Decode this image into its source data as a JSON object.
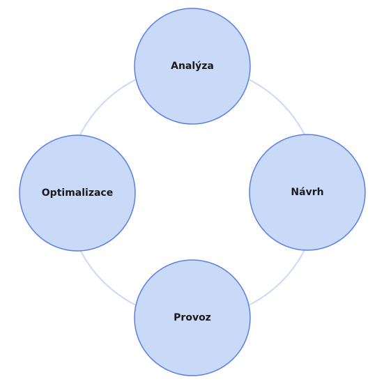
{
  "diagram": {
    "type": "cycle",
    "colors": {
      "ring": "#c9d9f7",
      "node_fill": "#c9daf9",
      "node_stroke": "#5b7fe0",
      "label": "#1a1a1a",
      "background": "#ffffff"
    },
    "nodes": [
      {
        "id": "analyza",
        "label": "Analýza",
        "position": "top"
      },
      {
        "id": "navrh",
        "label": "Návrh",
        "position": "right"
      },
      {
        "id": "provoz",
        "label": "Provoz",
        "position": "bottom"
      },
      {
        "id": "optimalizace",
        "label": "Optimalizace",
        "position": "left"
      }
    ]
  }
}
